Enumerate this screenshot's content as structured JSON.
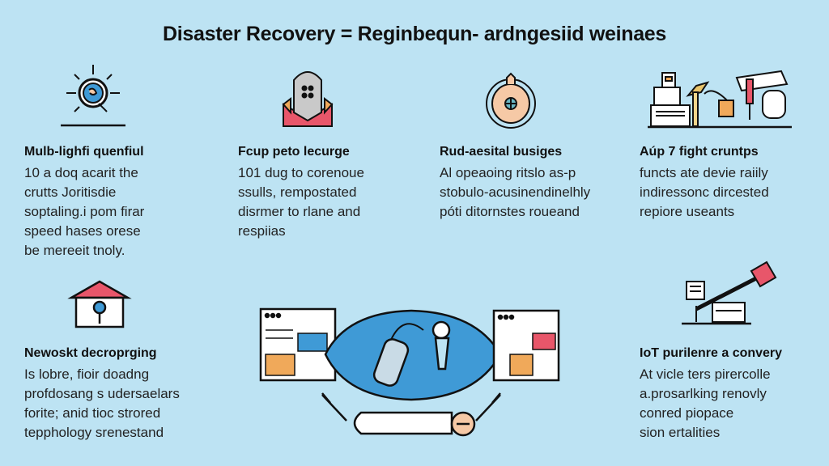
{
  "title": "Disaster Recovery = Reginbequn- ardngesiid weinaes",
  "colors": {
    "background": "#bde3f3",
    "accent_blue": "#3f9ad6",
    "accent_red": "#e8566a",
    "accent_orange": "#f0a95a",
    "peach": "#f6c9a6"
  },
  "top_sections": [
    {
      "icon": "sun-globe-icon",
      "heading": "Mulb-lighfi quenfiul",
      "lines": [
        "10 a doq acarit the",
        "crutts Joritisdie",
        "soptaling.i pom firar",
        "speed hases orese",
        "be mereeit tnoly."
      ]
    },
    {
      "icon": "rocket-icon",
      "heading": "Fcup peto lecurge",
      "lines": [
        "101 dug to corenoue",
        "ssulls, rempostated",
        "disrmer to rlane and",
        "respiias"
      ]
    },
    {
      "icon": "target-icon",
      "heading": "Rud-aesital busiges",
      "lines": [
        "Al opeaoing ritslo as-p",
        "stobulo-acusinendinelhly",
        "póti ditornstes roueand"
      ]
    },
    {
      "icon": "server-tools-icon",
      "heading": "Aúp 7 fight cruntps",
      "lines": [
        "functs ate devie raiily",
        "indiressonc dircested",
        "repiore useants"
      ]
    }
  ],
  "bottom_sections": [
    {
      "icon": "house-icon",
      "heading": "Newoskt decroprging",
      "lines": [
        "Is lobre, fioir doadng",
        "profdosang s udersaelars",
        "forite; anid tioc strored",
        "tepphology srenestand"
      ]
    },
    {
      "icon": "pencil-checklist-icon",
      "heading": "IoT purilenre a convery",
      "lines": [
        "At vicle ters pirercolle",
        "a.prosarlking renovly",
        "conred piopace",
        "sion ertalities"
      ]
    }
  ]
}
